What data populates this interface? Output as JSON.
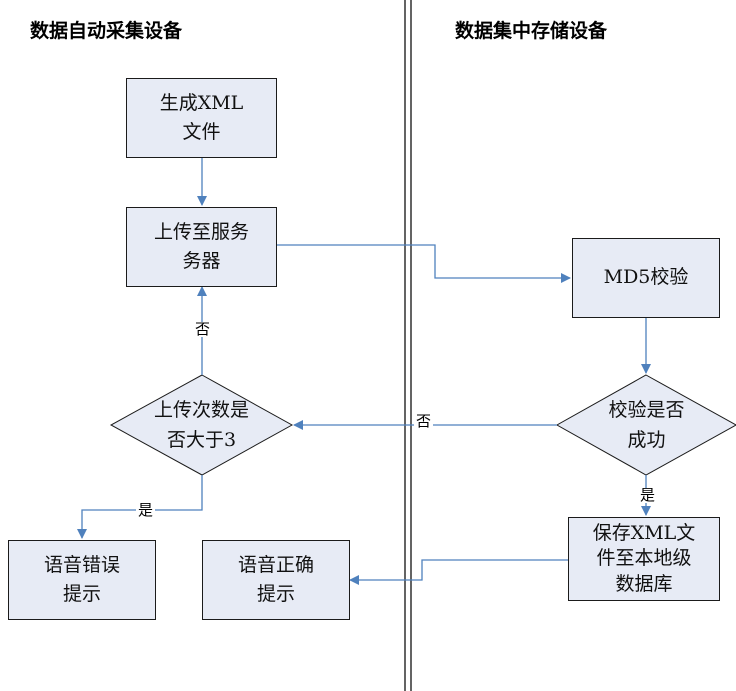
{
  "lanes": {
    "left": "数据自动采集设备",
    "right": "数据集中存储设备"
  },
  "nodes": {
    "gen_xml": "生成XML\n文件",
    "upload": "上传至服务\n务器",
    "upload_count": "上传次数是\n否大于3",
    "voice_error": "语音错误\n提示",
    "voice_ok": "语音正确\n提示",
    "md5": "MD5校验",
    "check_ok": "校验是否\n成功",
    "save_xml": "保存XML文\n件至本地级\n数据库"
  },
  "edge_labels": {
    "retry_no": "否",
    "check_no": "否",
    "count_yes": "是",
    "check_yes": "是"
  },
  "colors": {
    "box_fill": "#e7ebf5",
    "arrow": "#4f81bd",
    "border": "#1b1b1b"
  }
}
